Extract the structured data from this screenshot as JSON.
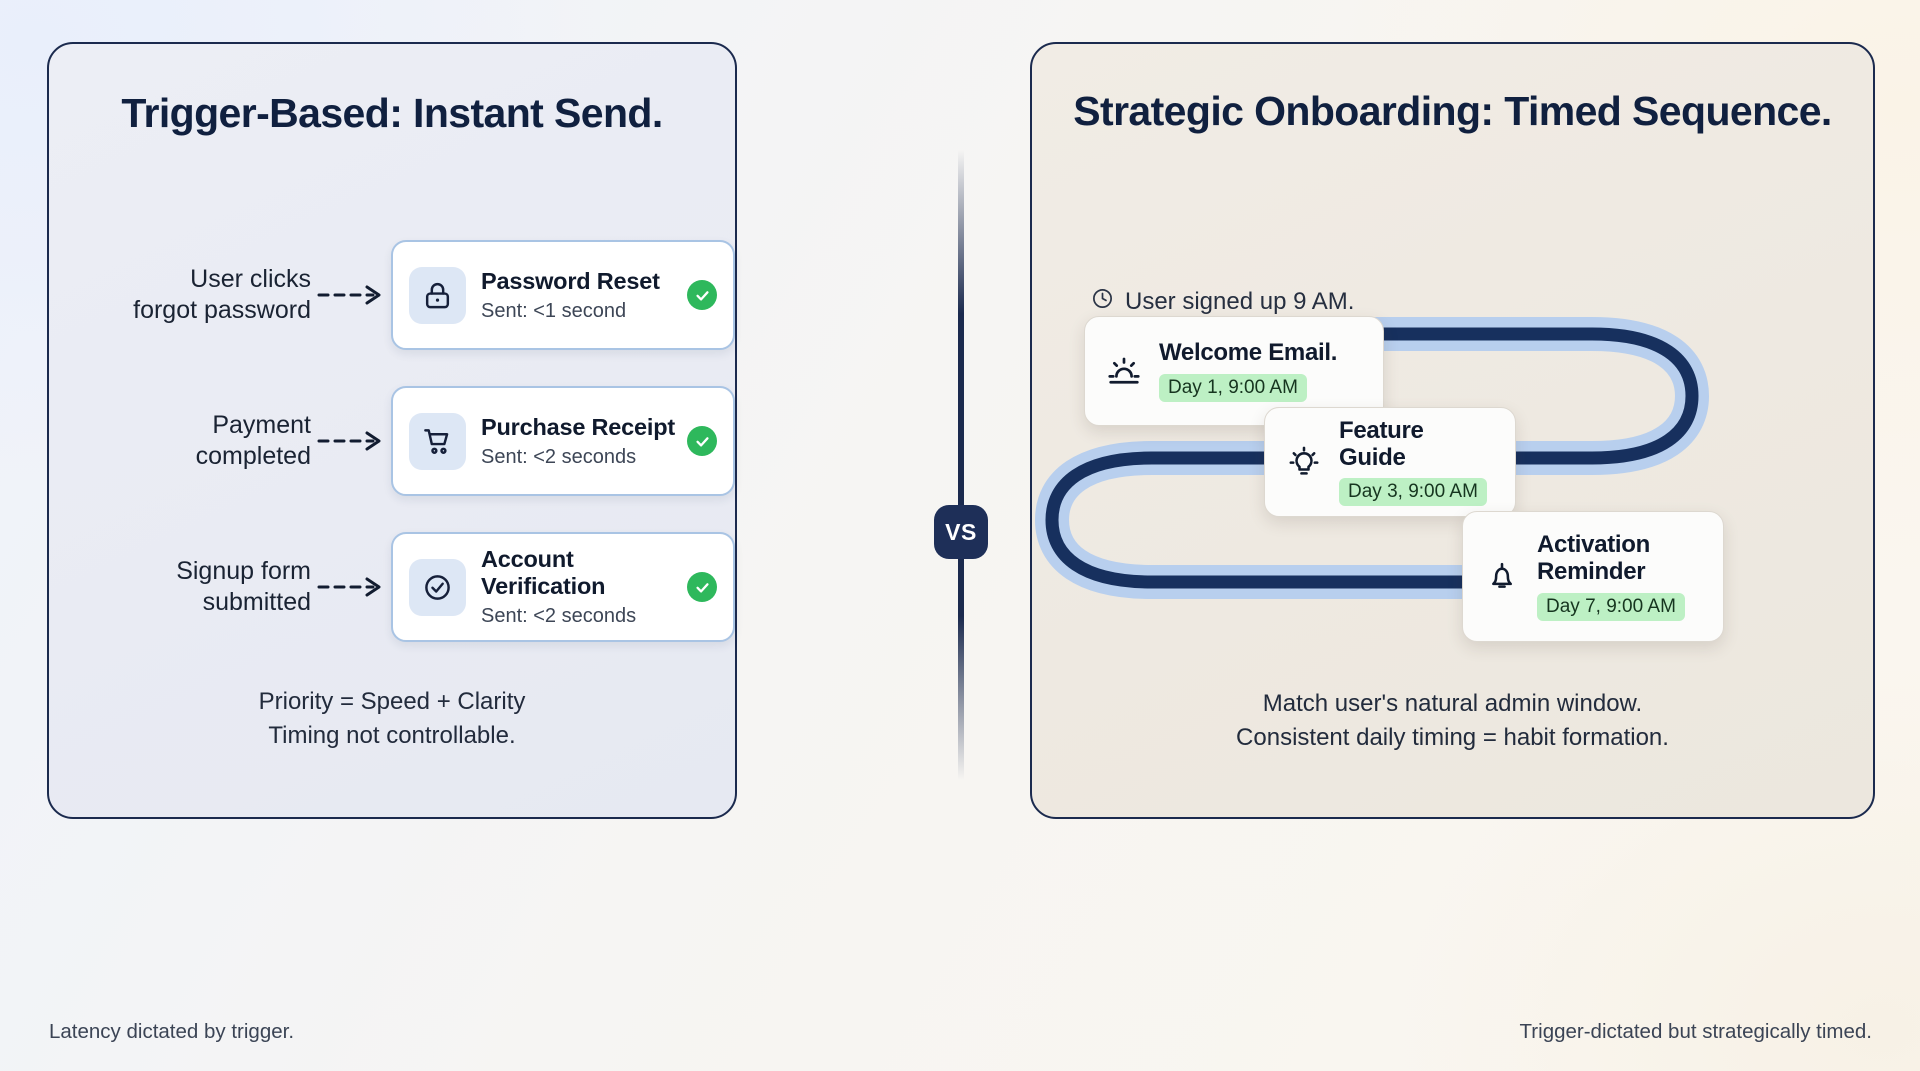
{
  "left": {
    "title": "Trigger-Based:\nInstant Send.",
    "rows": [
      {
        "trigger": "User clicks\nforgot password",
        "title": "Password Reset",
        "sub": "Sent: <1 second",
        "icon": "lock-icon",
        "status": "sent-check"
      },
      {
        "trigger": "Payment\ncompleted",
        "title": "Purchase Receipt",
        "sub": "Sent: <2 seconds",
        "icon": "shopping-cart-icon",
        "status": "sent-check"
      },
      {
        "trigger": "Signup form\nsubmitted",
        "title": "Account Verification",
        "sub": "Sent: <2 seconds",
        "icon": "check-circle-icon",
        "status": "sent-check"
      }
    ],
    "note": "Priority = Speed + Clarity\nTiming not controllable.",
    "caption": "Latency dictated by trigger."
  },
  "right": {
    "title": "Strategic Onboarding:\nTimed Sequence.",
    "signup": {
      "icon": "clock-icon",
      "text": "User signed up 9 AM."
    },
    "steps": [
      {
        "title": "Welcome Email.",
        "time": "Day 1, 9:00 AM",
        "icon": "sunrise-icon"
      },
      {
        "title": "Feature Guide",
        "time": "Day 3, 9:00 AM",
        "icon": "lightbulb-icon"
      },
      {
        "title": "Activation\nReminder",
        "time": "Day 7, 9:00 AM",
        "icon": "bell-icon"
      }
    ],
    "note": "Match user's natural admin window.\nConsistent daily timing = habit formation.",
    "caption": "Trigger-dictated but strategically timed."
  },
  "divider": {
    "badge": "VS"
  },
  "colors": {
    "navy": "#1b2a4e",
    "card_border_blue": "#a9c4e4",
    "icon_tile_blue": "#dde7f5",
    "green_check": "#2eb85c",
    "time_pill_green": "#bdf0c4",
    "path_navy": "#17305e",
    "path_glow_blue": "#adc8ec",
    "panel_left_bg": "#eceef5",
    "panel_right_bg": "#f1ece5"
  }
}
